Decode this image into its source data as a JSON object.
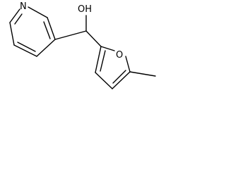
{
  "molecule": {
    "atoms": {
      "n_label": "N",
      "oh_label": "OH",
      "o_label": "O"
    },
    "colors": {
      "bond": "#000000",
      "label": "#000000",
      "background": "#ffffff"
    }
  }
}
